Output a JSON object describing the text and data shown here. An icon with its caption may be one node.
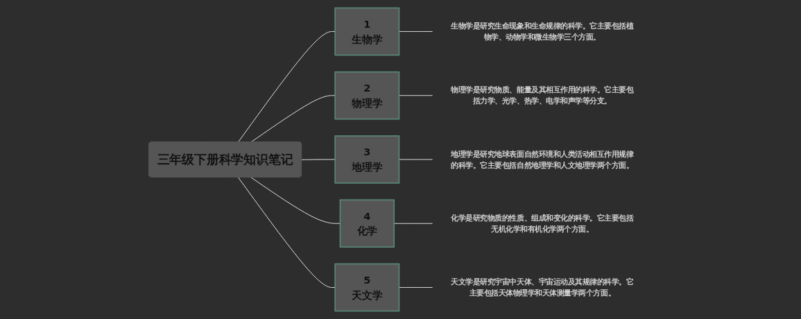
{
  "diagram": {
    "nodes": [
      {
        "text": [
          "三年级下册科学知识笔记"
        ]
      },
      {
        "text": [
          "1",
          "生物学"
        ]
      },
      {
        "text": [
          "生物学是研究生命现象和生命规律的科学。它主要包括植物学、动物学和微生物学三个方面。"
        ]
      },
      {
        "text": [
          "2",
          "物理学"
        ]
      },
      {
        "text": [
          "物理学是研究物质、能量及其相互作用的科学。它主要包括力学、光学、热学、电学和声学等分支。"
        ]
      },
      {
        "text": [
          "3",
          "地理学"
        ]
      },
      {
        "text": [
          "地理学是研究地球表面自然环境和人类活动相互作用规律的科学。它主要包括自然地理学和人文地理学两个方面。"
        ]
      },
      {
        "text": [
          "4",
          "化学"
        ]
      },
      {
        "text": [
          "化学是研究物质的性质、组成和变化的科学。它主要包括无机化学和有机化学两个方面。"
        ]
      },
      {
        "text": [
          "5",
          "天文学"
        ]
      },
      {
        "text": [
          "天文学是研究宇宙中天体、宇宙运动及其规律的科学。它主要包括天体物理学和天体测量学两个方面。"
        ]
      }
    ],
    "edges": [
      {
        "from": 0,
        "to": 1,
        "arrow": "none"
      },
      {
        "from": 1,
        "to": 2,
        "arrow": "none"
      },
      {
        "from": 0,
        "to": 3,
        "arrow": "none"
      },
      {
        "from": 3,
        "to": 4,
        "arrow": "none"
      },
      {
        "from": 0,
        "to": 5,
        "arrow": "none"
      },
      {
        "from": 5,
        "to": 6,
        "arrow": "none"
      },
      {
        "from": 0,
        "to": 7,
        "arrow": "none"
      },
      {
        "from": 7,
        "to": 8,
        "arrow": "none"
      },
      {
        "from": 0,
        "to": 9,
        "arrow": "none"
      },
      {
        "from": 9,
        "to": 10,
        "arrow": "none"
      }
    ]
  }
}
